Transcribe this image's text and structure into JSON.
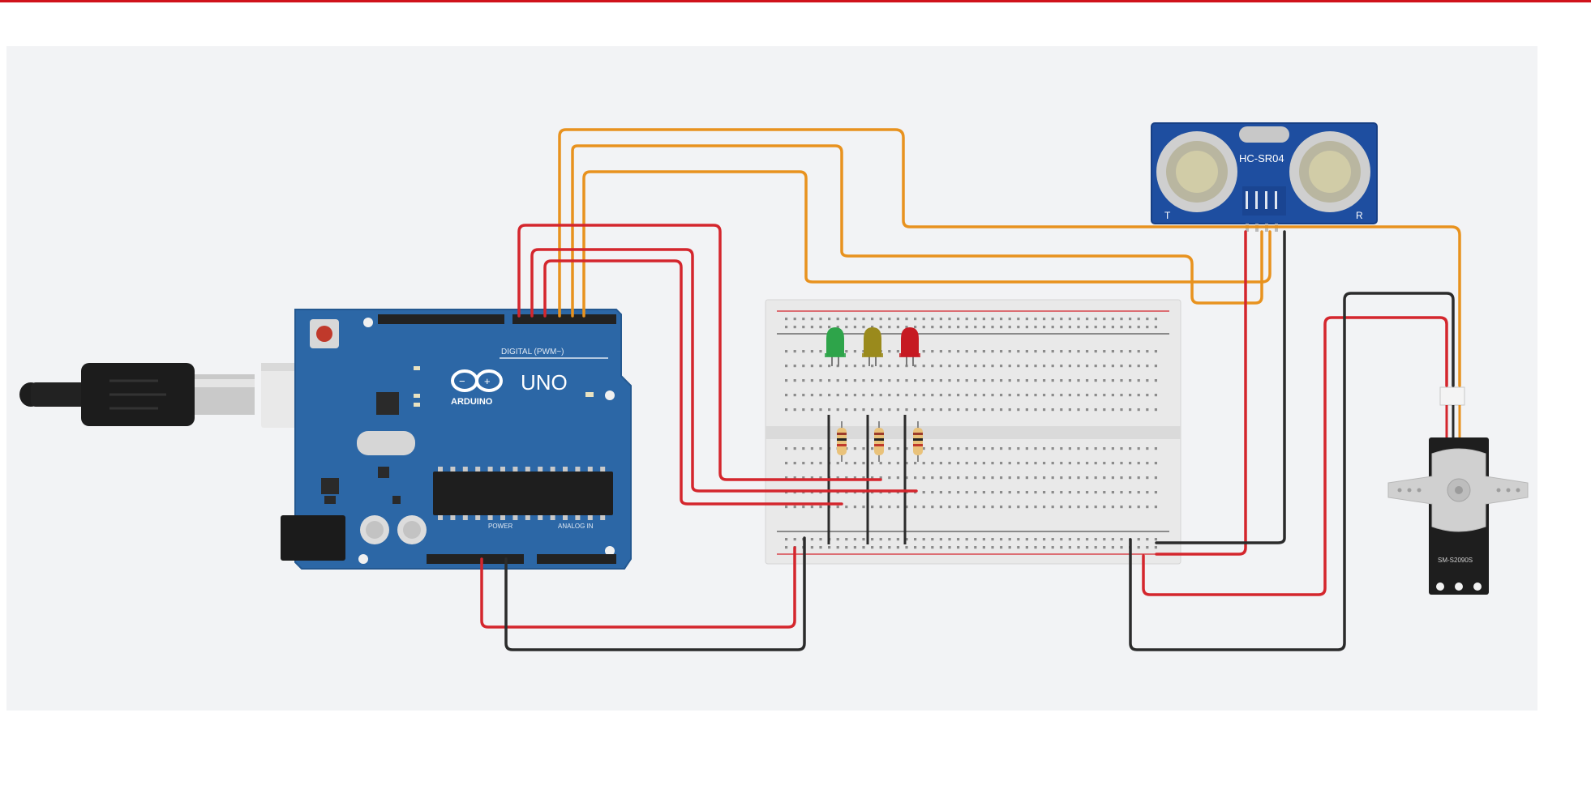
{
  "arduino": {
    "brand": "ARDUINO",
    "model": "UNO",
    "header_digital": "DIGITAL (PWM~)",
    "header_power": "POWER",
    "header_analog": "ANALOG IN"
  },
  "sensor": {
    "label": "HC-SR04",
    "left_mark": "T",
    "right_mark": "R"
  },
  "servo": {
    "label": "SM-S2090S"
  },
  "leds": [
    {
      "color": "#2ea44a"
    },
    {
      "color": "#9a8a1c"
    },
    {
      "color": "#c61a22"
    }
  ],
  "colors": {
    "signal_wire": "#e8921e",
    "power_wire": "#d4262d",
    "ground_wire": "#2b2b2b",
    "arduino_board": "#2c67a6",
    "sensor_board": "#1e4ea0",
    "accent_top_bar": "#d0121b"
  }
}
